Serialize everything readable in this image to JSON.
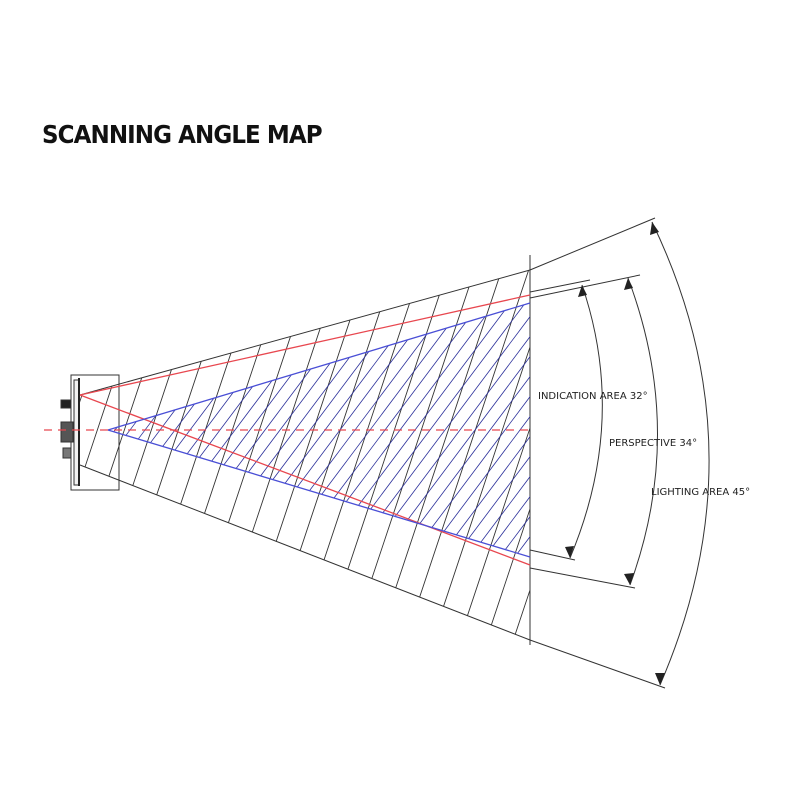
{
  "title": "SCANNING ANGLE MAP",
  "labels": {
    "indication_area": "INDICATION AREA 32°",
    "perspective": "PERSPECTIVE 34°",
    "lighting_area": "LIGHTING AREA 45°"
  },
  "colors": {
    "red_line": "#e8474f",
    "blue_line": "#4a4fd6",
    "hatch": "#2a2f9a",
    "lines": "#333333"
  }
}
